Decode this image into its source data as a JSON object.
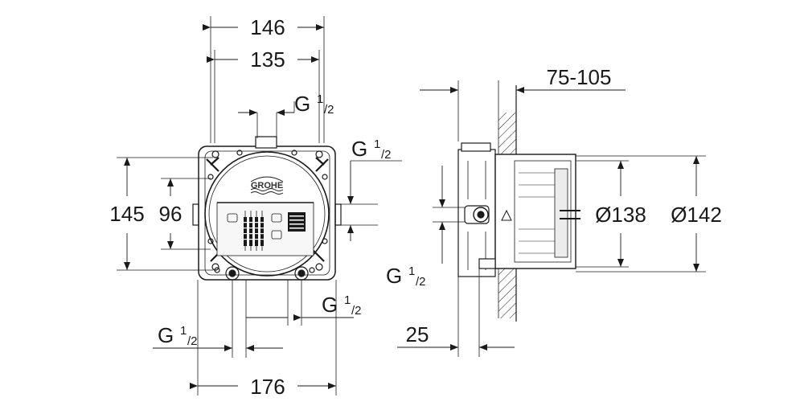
{
  "dimensions": {
    "width_146": "146",
    "width_135": "135",
    "height_145": "145",
    "height_96": "96",
    "width_176": "176",
    "depth_25": "25",
    "depth_range": "75-105",
    "diameter_138": "Ø138",
    "diameter_142": "Ø142"
  },
  "threads": {
    "g_letter": "G",
    "sup_1": "1",
    "sub_2": "/2"
  },
  "logo_text": "GROHE",
  "colors": {
    "line": "#1a1a1a",
    "fill_light": "#f2f2f2"
  }
}
